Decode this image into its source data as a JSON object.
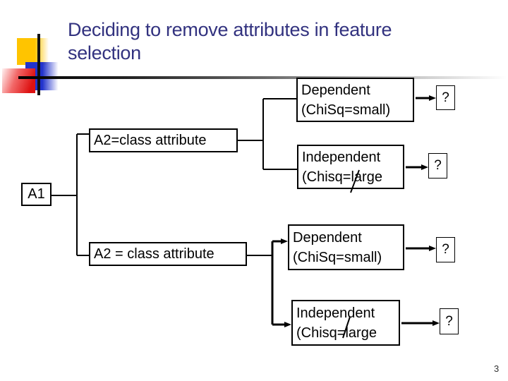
{
  "title": {
    "line1": "Deciding to remove attributes in feature",
    "line2": "selection"
  },
  "page_number": "3",
  "colors": {
    "title_text": "#32327F",
    "decoration_yellow": "#FFC400",
    "decoration_blue": "#2233CC",
    "decoration_red": "#DD1111",
    "diagram_lines": "#000000"
  },
  "diagram": {
    "root_label": "A1",
    "top_branch_label": "A2=class attribute",
    "bottom_branch_label": "A2 = class attribute",
    "top_dependent": {
      "line1": "Dependent",
      "line2": "(ChiSq=small)"
    },
    "top_independent": {
      "line1": "Independent",
      "line2": "(Chisq=large"
    },
    "bottom_dependent": {
      "line1": "Dependent",
      "line2": "(ChiSq=small)"
    },
    "bottom_independent": {
      "line1": "Independent",
      "line2": "(Chisq=large"
    },
    "question_1": "?",
    "question_2": "?",
    "question_3": "?",
    "question_4": "?"
  }
}
